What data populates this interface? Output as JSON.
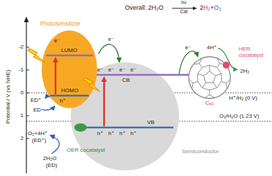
{
  "diagram": {
    "nodes": [
      {
        "text": [
          "Photosensitizer",
          "LUMO",
          "HOMO"
        ]
      },
      {
        "text": [
          "CB",
          "VB",
          "Semiconductor"
        ]
      },
      {
        "text": [
          "C₆₀"
        ]
      }
    ],
    "edges": [
      {
        "from": 0,
        "to": 1,
        "arrow": "to",
        "label": "e⁻"
      },
      {
        "from": 1,
        "to": 2,
        "arrow": "to",
        "label": "e⁻"
      }
    ],
    "labels": [
      "Overall: 2H₂O",
      "hν",
      "Cat",
      "2",
      "H₂",
      "+",
      "O₂",
      "-2",
      "-1",
      "0",
      "1",
      "2",
      "Potential / V (vs NHE)",
      "e⁻",
      "h⁺",
      "ED⁺",
      "ED",
      "O₂+4H⁺",
      "(ED⁺)",
      "2H₂O",
      "(ED)",
      "OER cocatalyst",
      "e⁻",
      "e⁻",
      "e⁻",
      "e⁻",
      "h⁺",
      "h⁺",
      "h⁺",
      "h⁺",
      "4H⁺",
      "2H₂",
      "HER cocatalyst",
      "H⁺/H₂ (0 V)",
      "O₂/H₂O (1.23 V)"
    ]
  }
}
